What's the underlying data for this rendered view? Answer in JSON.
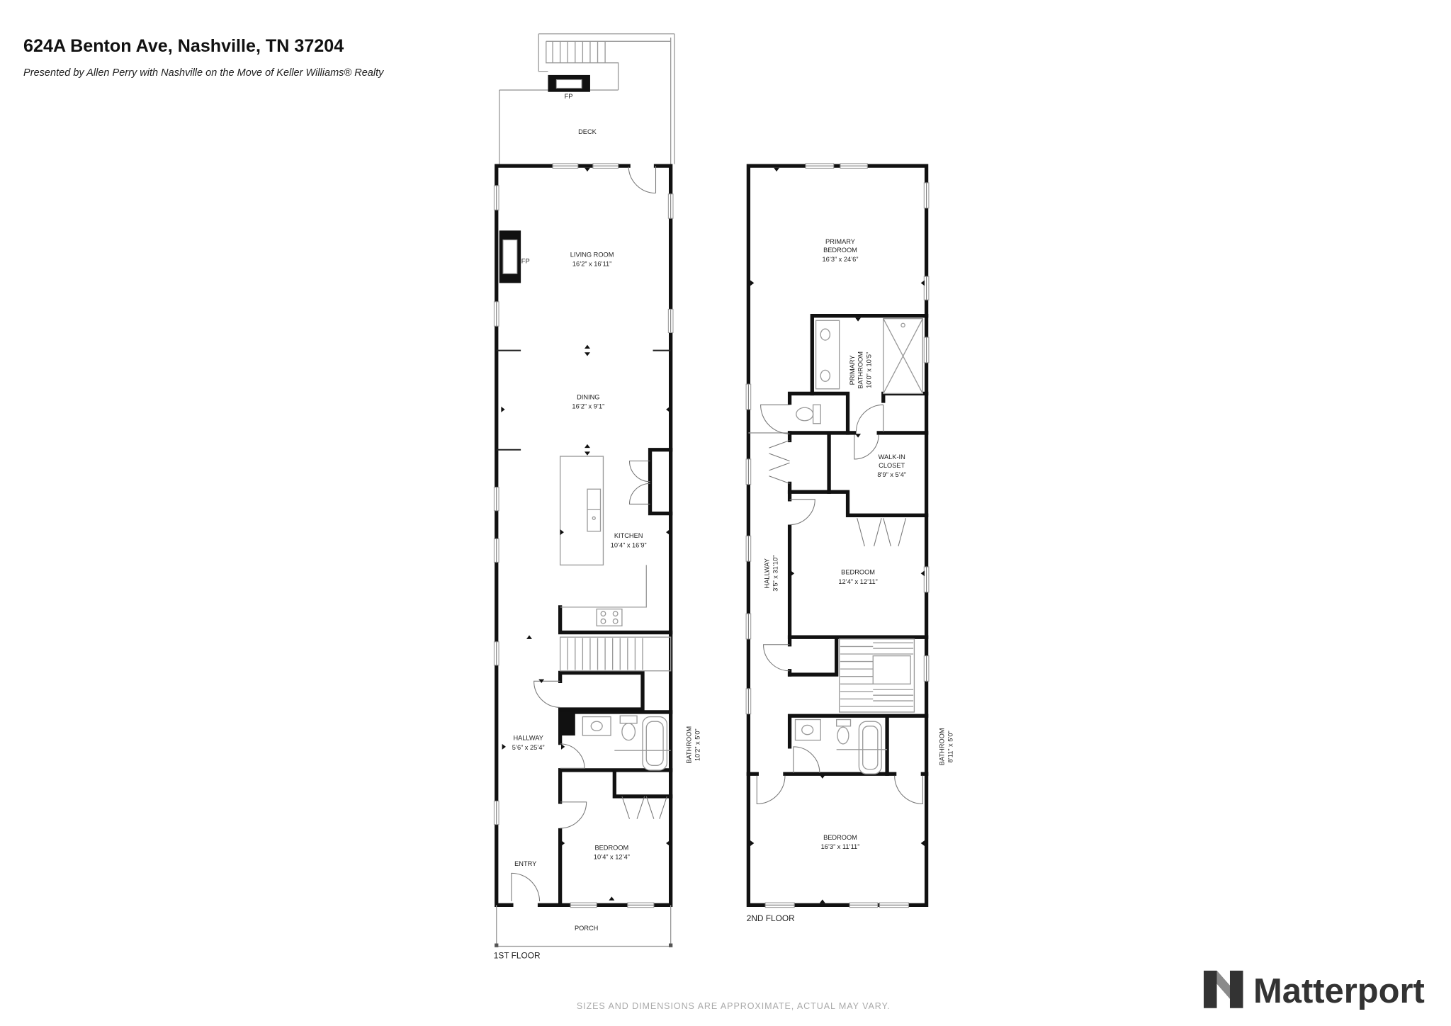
{
  "header": {
    "title": "624A Benton Ave, Nashville, TN 37204",
    "subtitle": "Presented by Allen Perry with Nashville on the Move of Keller Williams® Realty"
  },
  "floor1": {
    "label": "1ST FLOOR",
    "deck": {
      "name": "DECK",
      "fireplace": "FP"
    },
    "living_room": {
      "name": "LIVING ROOM",
      "dims": "16’2” x 16’11”",
      "fireplace": "FP"
    },
    "dining": {
      "name": "DINING",
      "dims": "16’2” x 9’1”"
    },
    "kitchen": {
      "name": "KITCHEN",
      "dims": "10’4” x 16’9”"
    },
    "hallway": {
      "name": "HALLWAY",
      "dims": "5’6” x 25’4”"
    },
    "bathroom": {
      "name": "BATHROOM",
      "dims": "10’2” x 5’0”"
    },
    "bedroom": {
      "name": "BEDROOM",
      "dims": "10’4” x 12’4”"
    },
    "entry": {
      "name": "ENTRY"
    },
    "porch": {
      "name": "PORCH"
    }
  },
  "floor2": {
    "label": "2ND FLOOR",
    "primary_bedroom": {
      "name_lines": [
        "PRIMARY",
        "BEDROOM"
      ],
      "dims": "16’3” x 24’6”"
    },
    "primary_bathroom": {
      "name_lines": [
        "PRIMARY",
        "BATHROOM"
      ],
      "dims": "10’0” x 10’5”"
    },
    "walk_in_closet": {
      "name_lines": [
        "WALK-IN",
        "CLOSET"
      ],
      "dims": "8’9” x 5’4”"
    },
    "bedroom_2": {
      "name": "BEDROOM",
      "dims": "12’4” x 12’11”"
    },
    "hallway": {
      "name": "HALLWAY",
      "dims": "3’5” x 31’10”"
    },
    "bathroom": {
      "name": "BATHROOM",
      "dims": "8’11” x 5’0”"
    },
    "bedroom_3": {
      "name": "BEDROOM",
      "dims": "16’3” x 11’11”"
    }
  },
  "footer": {
    "disclaimer": "SIZES AND DIMENSIONS ARE APPROXIMATE, ACTUAL MAY VARY."
  },
  "brand": {
    "name": "Matterport",
    "logo_icon": "matterport-logo-icon"
  },
  "colors": {
    "wall": "#111111",
    "fixture": "#999999",
    "disclaimer": "#aaaaaa",
    "logo": "#333333"
  }
}
